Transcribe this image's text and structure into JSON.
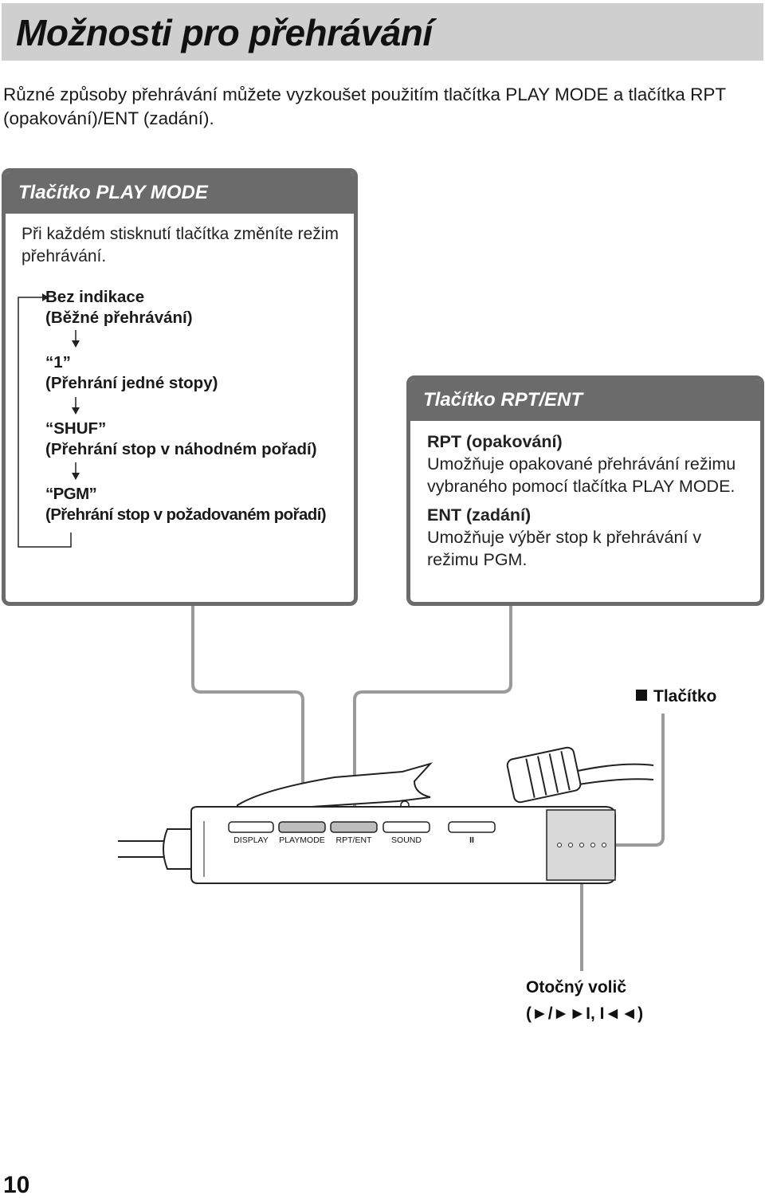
{
  "title": "Možnosti pro přehrávání",
  "intro": "Různé způsoby přehrávání můžete vyzkoušet použitím tlačítka PLAY MODE a tlačítka RPT (opakování)/ENT (zadání).",
  "play_mode_panel": {
    "heading": "Tlačítko PLAY MODE",
    "description": "Při každém stisknutí tlačítka změníte režim přehrávání.",
    "modes": [
      {
        "display": "Bez indikace",
        "desc": "(Běžné přehrávání)"
      },
      {
        "display": "“1”",
        "desc": "(Přehrání jedné stopy)"
      },
      {
        "display": "“SHUF”",
        "desc": "(Přehrání stop v náhodném pořadí)"
      },
      {
        "display": "“PGM”",
        "desc": "(Přehrání stop v požadovaném pořadí)"
      }
    ]
  },
  "rpt_ent_panel": {
    "heading": "Tlačítko RPT/ENT",
    "rpt_title": "RPT (opakování)",
    "rpt_desc": "Umožňuje opakované přehrávání režimu vybraného pomocí tlačítka PLAY MODE.",
    "ent_title": "ENT (zadání)",
    "ent_desc": "Umožňuje výběr stop k přehrávání v režimu PGM."
  },
  "device": {
    "buttons": [
      "DISPLAY",
      "PLAYMODE",
      "RPT/ENT",
      "SOUND"
    ],
    "pause_symbol": "II",
    "stop_label": "Tlačítko",
    "dial_label": "Otočný volič",
    "dial_symbols": "(►/►►I, I◄◄)"
  },
  "page_number": "10"
}
